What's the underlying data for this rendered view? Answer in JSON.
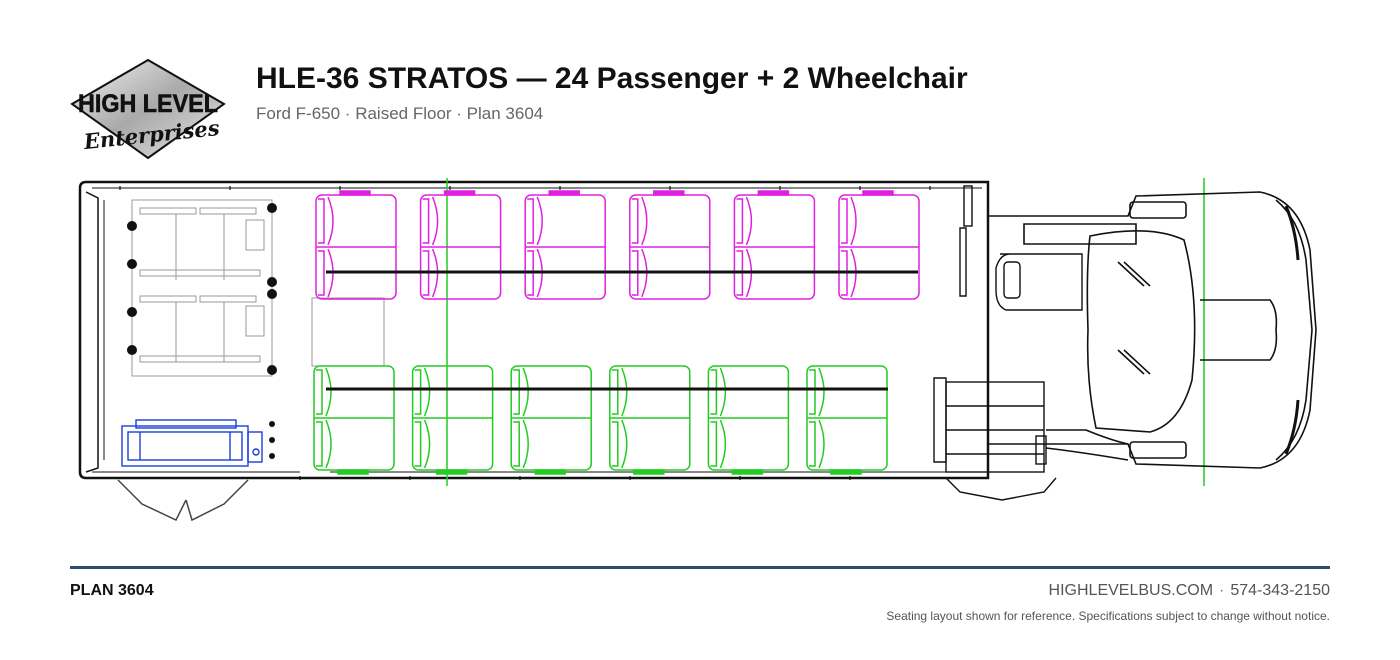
{
  "header": {
    "logo_text_top": "HIGH LEVEL",
    "logo_text_script": "Enterprises",
    "title": "HLE-36 STRATOS — 24 Passenger + 2 Wheelchair",
    "subtitle": "Ford F-650 · Raised Floor · Plan 3604"
  },
  "footer": {
    "plan_label": "PLAN 3604",
    "website": "HIGHLEVELBUS.COM",
    "separator": "·",
    "phone": "574-343-2150",
    "disclaimer": "Seating layout shown for reference. Specifications subject to change without notice."
  },
  "colors": {
    "top_row_seats": "#e020e0",
    "bottom_row_seats": "#22cc22",
    "lift_unit": "#1d3fd6",
    "guide_lines": "#22cc22",
    "rule": "#2b4f73",
    "outline": "#111111"
  },
  "seating": {
    "top_double_seats": 6,
    "bottom_double_seats": 6,
    "wheelchair_positions": 2
  }
}
